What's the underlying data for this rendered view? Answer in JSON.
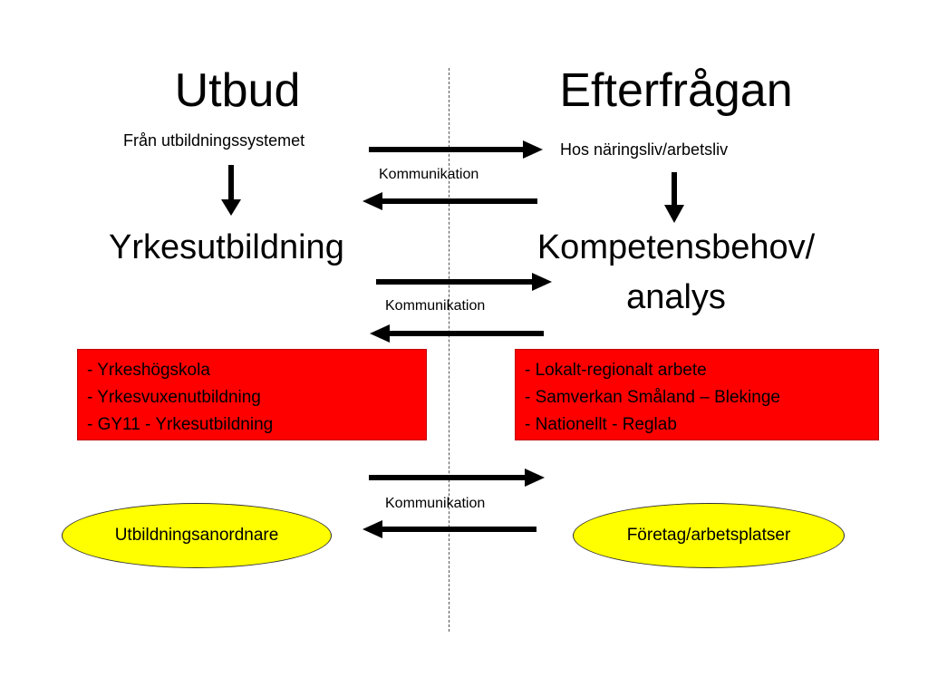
{
  "left": {
    "title": "Utbud",
    "source": "Från utbildningssystemet",
    "level2": "Yrkesutbildning",
    "items": [
      "- Yrkeshögskola",
      "- Yrkesvuxenutbildning",
      "- GY11 - Yrkesutbildning"
    ],
    "actor": "Utbildningsanordnare"
  },
  "right": {
    "title": "Efterfrågan",
    "source": "Hos näringsliv/arbetsliv",
    "level2_line1": "Kompetensbehov/",
    "level2_line2": "analys",
    "items": [
      "- Lokalt-regionalt arbete",
      "- Samverkan Småland – Blekinge",
      "- Nationellt - Reglab"
    ],
    "actor": "Företag/arbetsplatser"
  },
  "communication": [
    "Kommunikation",
    "Kommunikation",
    "Kommunikation"
  ],
  "colors": {
    "box_fill": "#ff0000",
    "ellipse_fill": "#ffff00",
    "arrow": "#000000"
  }
}
